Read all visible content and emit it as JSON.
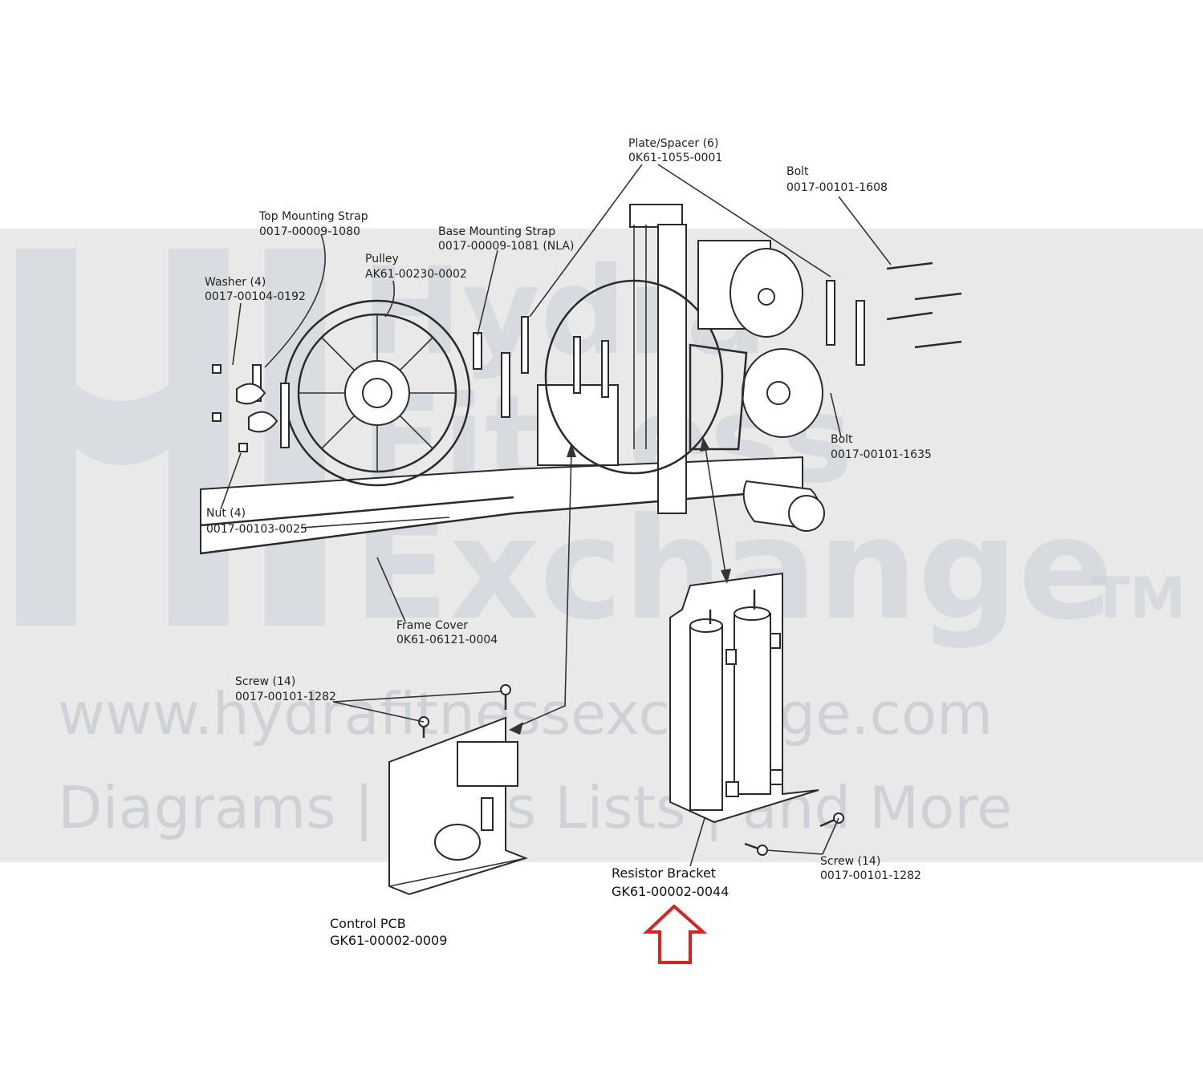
{
  "watermark": {
    "brand_line1": "Hydra",
    "brand_line2": "Fitness",
    "brand_line3": "Exchange",
    "trademark": "TM",
    "url": "www.hydrafitnessexchange.com",
    "tagline": "Diagrams | Parts Lists | and More"
  },
  "labels": {
    "plate_spacer": {
      "name": "Plate/Spacer (6)",
      "part": "0K61-1055-0001"
    },
    "bolt_top": {
      "name": "Bolt",
      "part": "0017-00101-1608"
    },
    "top_mounting_strap": {
      "name": "Top Mounting Strap",
      "part": "0017-00009-1080"
    },
    "base_mounting_strap": {
      "name": "Base Mounting Strap",
      "part": "0017-00009-1081 (NLA)"
    },
    "pulley": {
      "name": "Pulley",
      "part": "AK61-00230-0002"
    },
    "washer": {
      "name": "Washer (4)",
      "part": "0017-00104-0192"
    },
    "bolt_mid": {
      "name": "Bolt",
      "part": "0017-00101-1635"
    },
    "nut": {
      "name": "Nut (4)",
      "part": "0017-00103-0025"
    },
    "frame_cover": {
      "name": "Frame Cover",
      "part": "0K61-06121-0004"
    },
    "screw_left": {
      "name": "Screw (14)",
      "part": "0017-00101-1282"
    },
    "screw_right": {
      "name": "Screw (14)",
      "part": "0017-00101-1282"
    },
    "resistor_bracket": {
      "name": "Resistor Bracket",
      "part": "GK61-00002-0044"
    },
    "control_pcb": {
      "name": "Control PCB",
      "part": "GK61-00002-0009"
    }
  },
  "colors": {
    "watermark_band": "#e9e9e9",
    "highlight_arrow": "#e0201c",
    "line": "#333333"
  },
  "icons": {
    "highlight": "up-arrow-icon"
  }
}
